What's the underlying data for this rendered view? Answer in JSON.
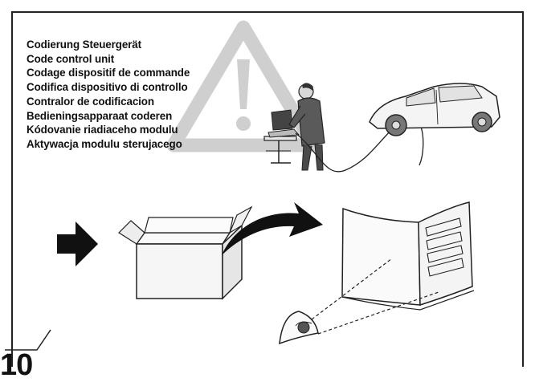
{
  "page": {
    "number": "10"
  },
  "instruction": {
    "lines": [
      "Codierung Steuergerät",
      "Code control unit",
      "Codage dispositif de commande",
      "Codifica dispositivo di controllo",
      "Contralor de codificacion",
      "Bedieningsapparaat coderen",
      "Kódovanie riadiaceho modulu",
      "Aktywacja modulu sterujacego"
    ]
  },
  "icons": {
    "warning": "warning-triangle-icon",
    "technician": "technician-laptop-icon",
    "car": "car-icon",
    "arrow": "right-arrow-icon",
    "box": "open-box-icon",
    "manual": "manual-book-icon",
    "eye": "eye-icon"
  },
  "colors": {
    "frame": "#222222",
    "warning_gray": "#c9c9c9",
    "text": "#111111"
  }
}
